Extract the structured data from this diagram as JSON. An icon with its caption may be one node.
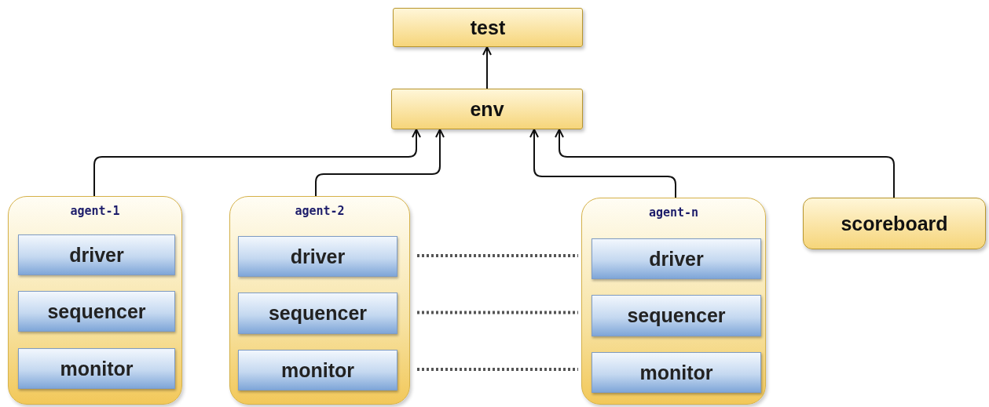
{
  "diagram": {
    "nodes": [
      {
        "text": [
          "test"
        ]
      },
      {
        "text": [
          "env"
        ]
      },
      {
        "text": [
          "agent-1"
        ]
      },
      {
        "text": [
          "driver"
        ],
        "in": 2
      },
      {
        "text": [
          "sequencer"
        ],
        "in": 2
      },
      {
        "text": [
          "monitor"
        ],
        "in": 2
      },
      {
        "text": [
          "agent-2"
        ]
      },
      {
        "text": [
          "driver"
        ],
        "in": 6
      },
      {
        "text": [
          "sequencer"
        ],
        "in": 6
      },
      {
        "text": [
          "monitor"
        ],
        "in": 6
      },
      {
        "text": [
          "agent-n"
        ]
      },
      {
        "text": [
          "driver"
        ],
        "in": 10
      },
      {
        "text": [
          "sequencer"
        ],
        "in": 10
      },
      {
        "text": [
          "monitor"
        ],
        "in": 10
      },
      {
        "text": [
          "scoreboard"
        ]
      }
    ],
    "edges": [
      {
        "from": 1,
        "to": 0,
        "arrow": "to"
      },
      {
        "from": 2,
        "to": 1,
        "arrow": "to"
      },
      {
        "from": 6,
        "to": 1,
        "arrow": "to"
      },
      {
        "from": 10,
        "to": 1,
        "arrow": "to"
      },
      {
        "from": 14,
        "to": 1,
        "arrow": "to"
      },
      {
        "from": 7,
        "to": 11,
        "arrow": "none",
        "style": "dashed",
        "color": "#555555"
      },
      {
        "from": 8,
        "to": 12,
        "arrow": "none",
        "style": "dashed",
        "color": "#555555"
      },
      {
        "from": 9,
        "to": 13,
        "arrow": "none",
        "style": "dashed",
        "color": "#555555"
      }
    ]
  }
}
